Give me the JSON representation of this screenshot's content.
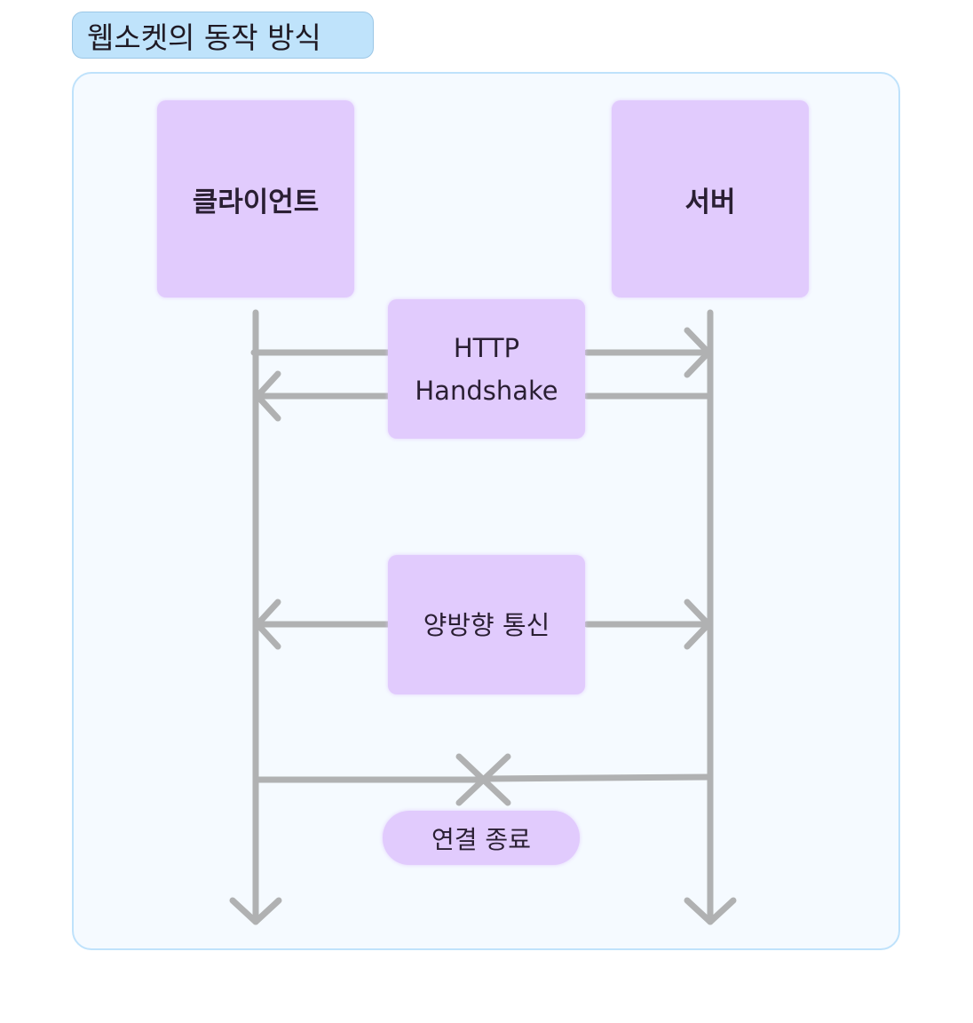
{
  "title": "웹소켓의 동작 방식",
  "colors": {
    "title_bg": "#bfe3fb",
    "frame_bg": "#f5faff",
    "frame_border": "#bfe2fb",
    "node_fill": "#e1cbfd",
    "line": "#b0b1b2",
    "text": "#2a1f33"
  },
  "actors": {
    "client": "클라이언트",
    "server": "서버"
  },
  "messages": {
    "handshake_line1": "HTTP",
    "handshake_line2": "Handshake",
    "bidirectional": "양방향 통신",
    "close": "연결 종료"
  }
}
